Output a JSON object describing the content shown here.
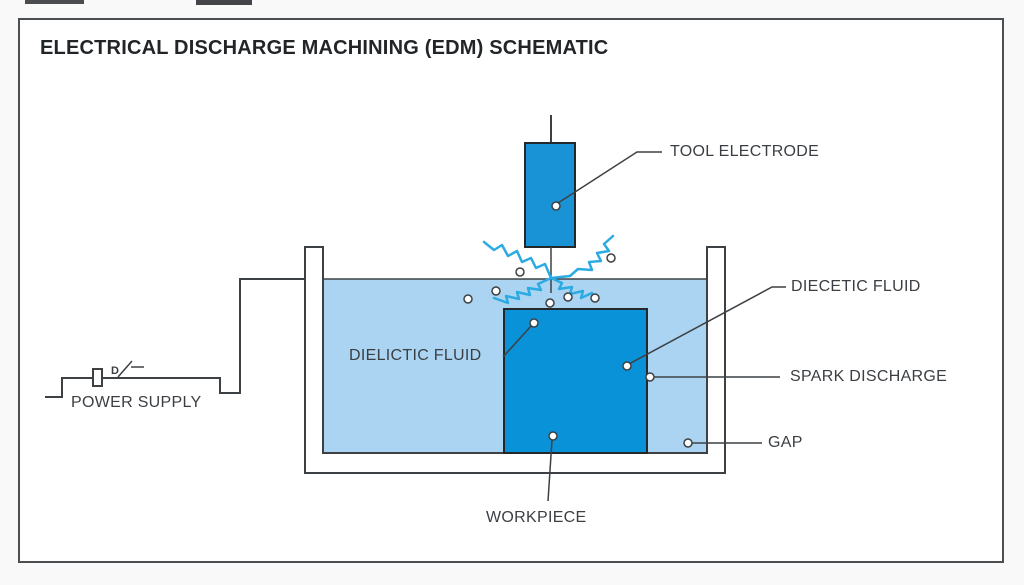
{
  "title": "ELECTRICAL DISCHARGE MACHINING (EDM) SCHEMATIC",
  "labels": {
    "tool_electrode": "TOOL ELECTRODE",
    "dielectric_fluid_left": "DIELICTIC FLUID",
    "dielectric_fluid_right": "DIECETIC FLUID",
    "spark_discharge": "SPARK DISCHARGE",
    "gap": "GAP",
    "workpiece": "WORKPIECE",
    "power_supply": "POWER SUPPLY",
    "power_symbol_letter": "D"
  },
  "colors": {
    "electrode_fill": "#1a93d6",
    "workpiece_fill": "#0a92d8",
    "fluid_fill": "#aad4f1",
    "spark_stroke": "#2caae3",
    "line": "#3d4144"
  }
}
